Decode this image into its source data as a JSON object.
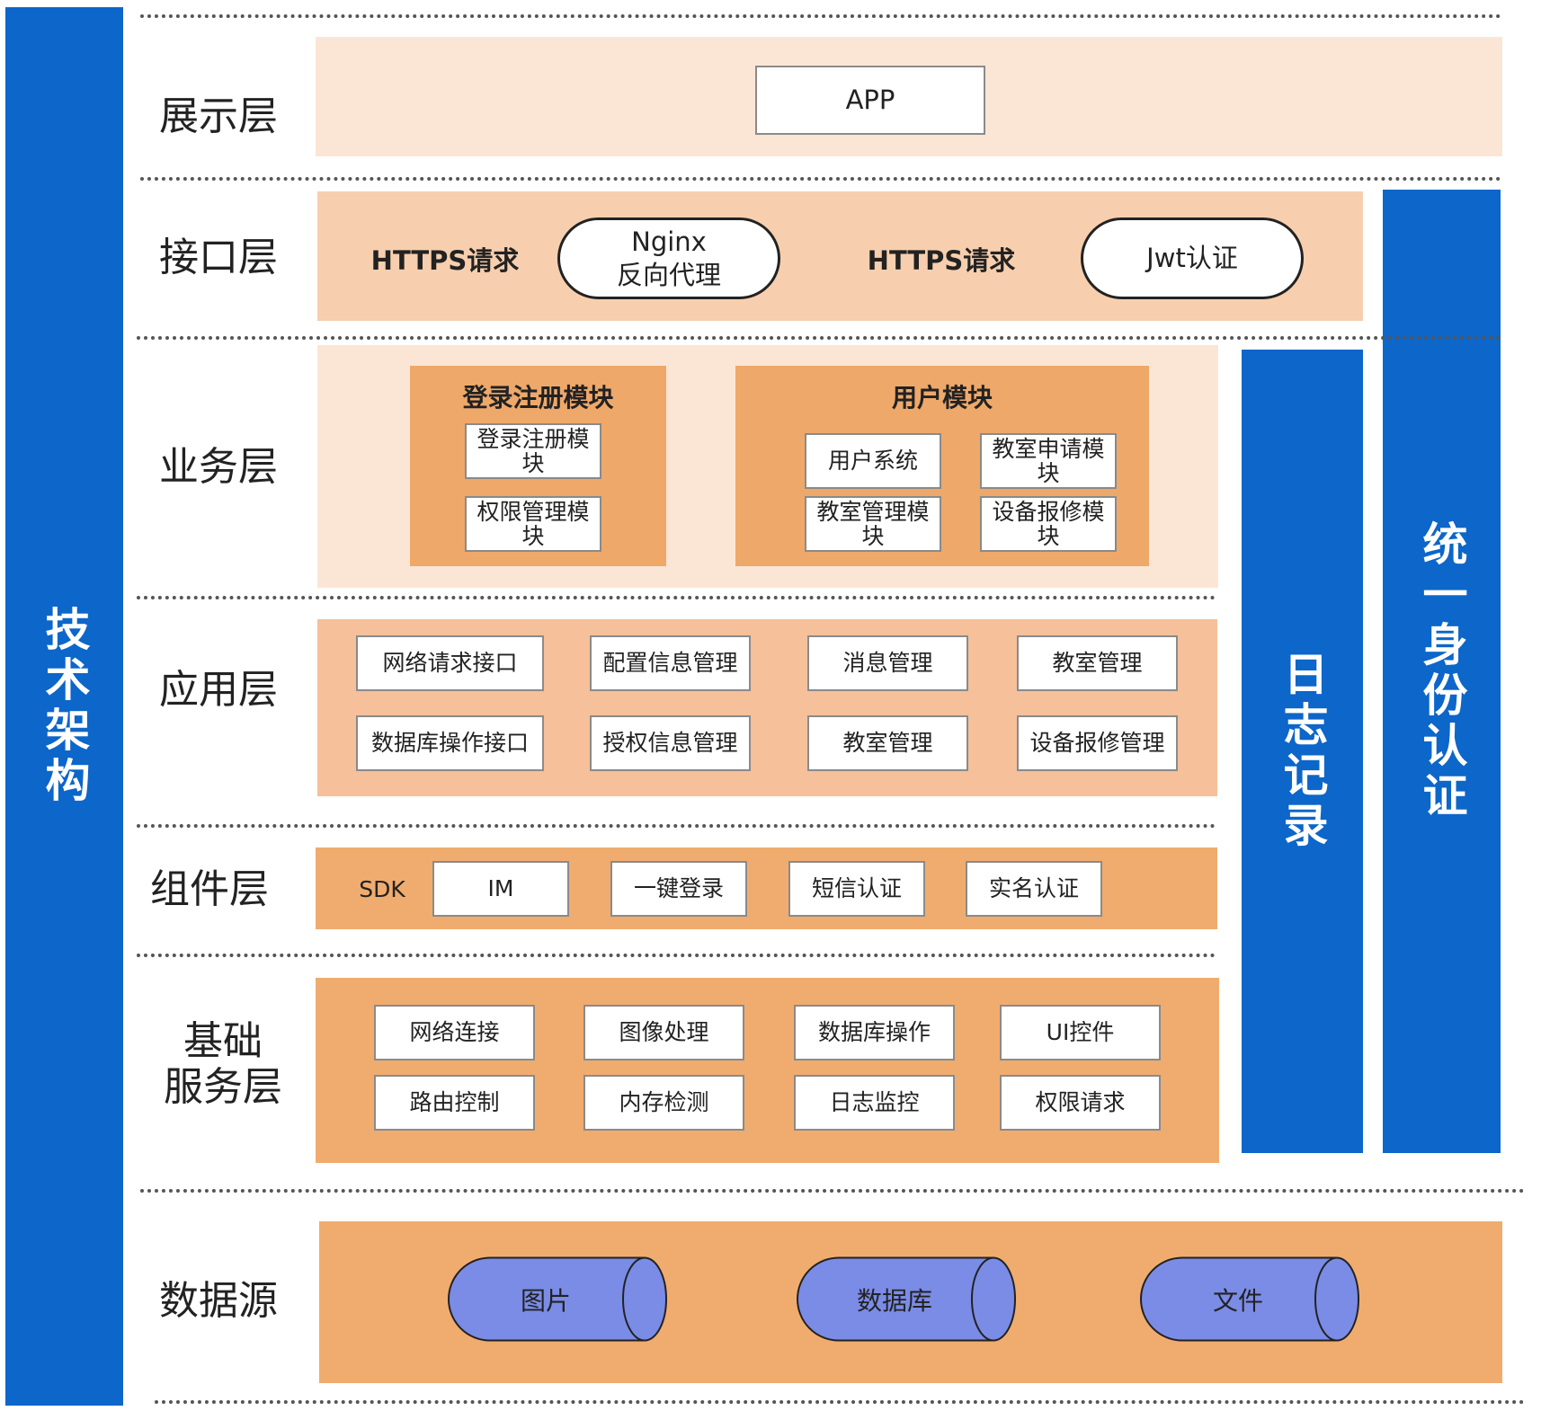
{
  "tech_architecture": "技术架构",
  "log_record": "日志记录",
  "unified_auth": "统一身份认证",
  "layers": {
    "presentation": {
      "label": "展示层",
      "app": "APP"
    },
    "interface": {
      "label": "接口层",
      "https_1": "HTTPS请求",
      "nginx_line1": "Nginx",
      "nginx_line2": "反向代理",
      "https_2": "HTTPS请求",
      "jwt": "Jwt认证"
    },
    "business": {
      "label": "业务层",
      "login_module": {
        "title": "登录注册模块",
        "items": [
          "登录注册模\n块",
          "权限管理模\n块"
        ]
      },
      "user_module": {
        "title": "用户模块",
        "items": [
          "用户系统",
          "教室申请模\n块",
          "教室管理模\n块",
          "设备报修模\n块"
        ]
      }
    },
    "application": {
      "label": "应用层",
      "items": [
        "网络请求接口",
        "配置信息管理",
        "消息管理",
        "教室管理",
        "数据库操作接口",
        "授权信息管理",
        "教室管理",
        "设备报修管理"
      ]
    },
    "component": {
      "label": "组件层",
      "sdk": "SDK",
      "items": [
        "IM",
        "一键登录",
        "短信认证",
        "实名认证"
      ]
    },
    "base_service": {
      "label": "基础\n服务层",
      "items": [
        "网络连接",
        "图像处理",
        "数据库操作",
        "UI控件",
        "路由控制",
        "内存检测",
        "日志监控",
        "权限请求"
      ]
    },
    "data_source": {
      "label": "数据源",
      "items": [
        "图片",
        "数据库",
        "文件"
      ]
    }
  },
  "colors": {
    "blue": "#0d66c9",
    "band_light": "#fbe6d6",
    "band_mid": "#f7cfae",
    "band_app": "#f5c09a",
    "band_dark": "#f0ac6e",
    "module": "#eea86a",
    "cylinder": "#7b8ce6"
  }
}
